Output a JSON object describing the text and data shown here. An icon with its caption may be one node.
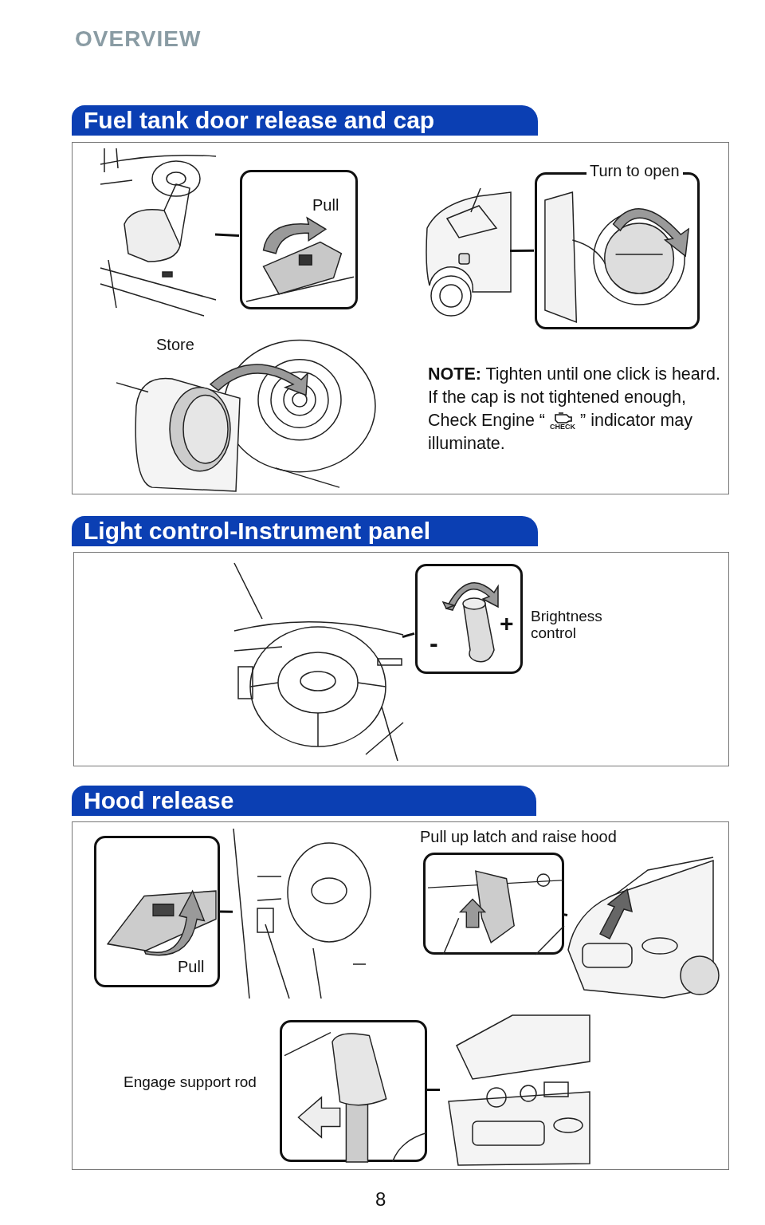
{
  "diagram": {
    "title": "OVERVIEW",
    "nodes": [
      {
        "text": [
          "Fuel tank door release and cap"
        ]
      },
      {
        "text": [],
        "shape": "box"
      },
      {
        "text": [],
        "shape": "picture",
        "in": 1
      },
      {
        "text": [
          "Pull"
        ],
        "in": 1
      },
      {
        "text": [],
        "shape": "picture",
        "in": 1
      },
      {
        "text": [
          "Turn to open"
        ],
        "in": 1
      },
      {
        "text": [
          "Store"
        ],
        "in": 1
      },
      {
        "text": [
          "Light control-Instrument panel"
        ]
      },
      {
        "text": [],
        "shape": "box"
      },
      {
        "text": [],
        "shape": "picture",
        "in": 8
      },
      {
        "text": [
          "+",
          "-"
        ],
        "beside": [
          "Brightness control"
        ],
        "in": 8
      },
      {
        "text": [
          "Hood release"
        ]
      },
      {
        "text": [],
        "shape": "box"
      },
      {
        "text": [
          "Pull"
        ],
        "in": 12
      },
      {
        "text": [],
        "shape": "picture",
        "in": 12
      },
      {
        "text": [
          "Pull up latch and raise hood"
        ],
        "in": 12
      },
      {
        "text": [],
        "shape": "picture",
        "in": 12
      },
      {
        "text": [],
        "shape": "picture",
        "beside": [
          "Engage support rod"
        ],
        "in": 12
      },
      {
        "text": [],
        "shape": "picture",
        "in": 12
      }
    ],
    "edges": [
      {
        "from": 3,
        "to": 2,
        "arrow": "none"
      },
      {
        "from": 5,
        "to": 4,
        "arrow": "none"
      },
      {
        "from": 10,
        "to": 9,
        "arrow": "none"
      },
      {
        "from": 13,
        "to": 14,
        "arrow": "none"
      },
      {
        "from": 15,
        "to": 16,
        "arrow": "none"
      },
      {
        "from": 17,
        "to": 18,
        "arrow": "none"
      }
    ],
    "labels": [
      "**NOTE:** Tighten until one click is heard. If the cap is not tightened enough, Check Engine “",
      "CHECK",
      "” indicator may illuminate.",
      "8"
    ]
  }
}
